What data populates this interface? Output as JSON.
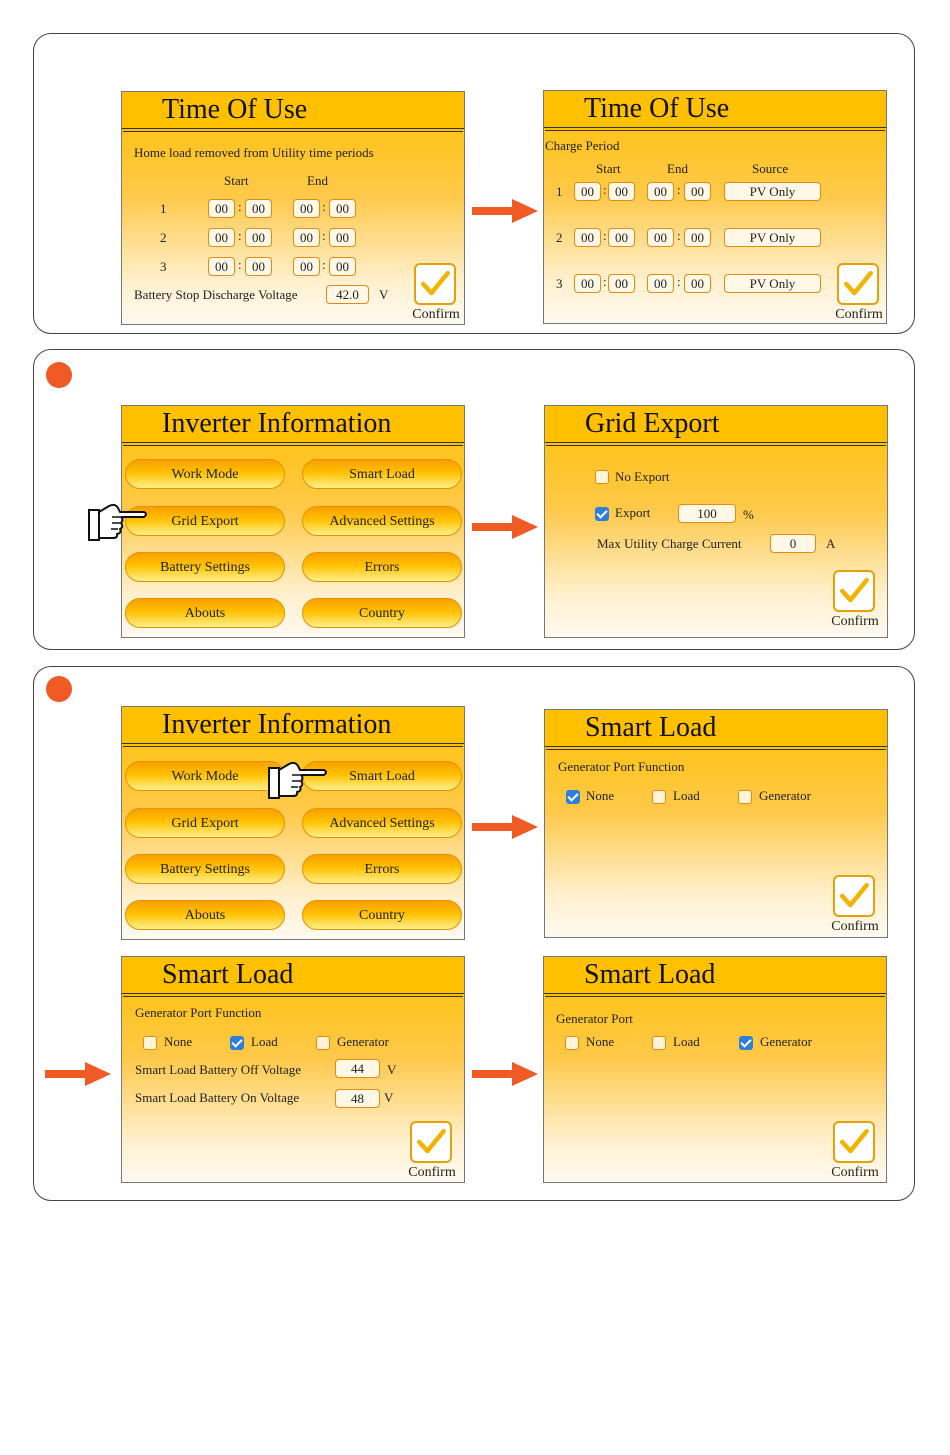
{
  "tou1": {
    "title": "Time Of Use",
    "desc": "Home load removed from Utility time periods",
    "start": "Start",
    "end": "End",
    "rows": [
      {
        "n": "1",
        "sh": "00",
        "sm": "00",
        "eh": "00",
        "em": "00"
      },
      {
        "n": "2",
        "sh": "00",
        "sm": "00",
        "eh": "00",
        "em": "00"
      },
      {
        "n": "3",
        "sh": "00",
        "sm": "00",
        "eh": "00",
        "em": "00"
      }
    ],
    "voltage_label": "Battery Stop Discharge Voltage",
    "voltage_value": "42.0",
    "voltage_unit": "V",
    "confirm": "Confirm"
  },
  "tou2": {
    "title": "Time Of Use",
    "charge_period": "Charge Period",
    "start": "Start",
    "end": "End",
    "source": "Source",
    "rows": [
      {
        "n": "1",
        "sh": "00",
        "sm": "00",
        "eh": "00",
        "em": "00",
        "src": "PV Only"
      },
      {
        "n": "2",
        "sh": "00",
        "sm": "00",
        "eh": "00",
        "em": "00",
        "src": "PV Only"
      },
      {
        "n": "3",
        "sh": "00",
        "sm": "00",
        "eh": "00",
        "em": "00",
        "src": "PV Only"
      }
    ],
    "confirm": "Confirm"
  },
  "inv": {
    "title": "Inverter Information",
    "buttons": [
      "Work Mode",
      "Smart Load",
      "Grid Export",
      "Advanced Settings",
      "Battery Settings",
      "Errors",
      "Abouts",
      "Country"
    ]
  },
  "grid_export": {
    "title": "Grid Export",
    "no_export": "No Export",
    "export": "Export",
    "export_value": "100",
    "export_unit": "%",
    "max_label": "Max Utility Charge Current",
    "max_value": "0",
    "max_unit": "A",
    "confirm": "Confirm"
  },
  "smart_load_a": {
    "title": "Smart Load",
    "func_label": "Generator Port Function",
    "options": [
      "None",
      "Load",
      "Generator"
    ],
    "confirm": "Confirm"
  },
  "smart_load_b": {
    "title": "Smart Load",
    "func_label": "Generator Port Function",
    "options": [
      "None",
      "Load",
      "Generator"
    ],
    "off_label": "Smart Load Battery Off Voltage",
    "off_value": "44",
    "off_unit": "V",
    "on_label": "Smart Load Battery On Voltage",
    "on_value": "48",
    "on_unit": "V",
    "confirm": "Confirm"
  },
  "smart_load_c": {
    "title": "Smart Load",
    "func_label": "Generator Port",
    "options": [
      "None",
      "Load",
      "Generator"
    ],
    "confirm": "Confirm"
  },
  "colors": {
    "accent": "#ffc000",
    "arrow": "#f05a24",
    "checkbox_on": "#2f7fd8"
  }
}
